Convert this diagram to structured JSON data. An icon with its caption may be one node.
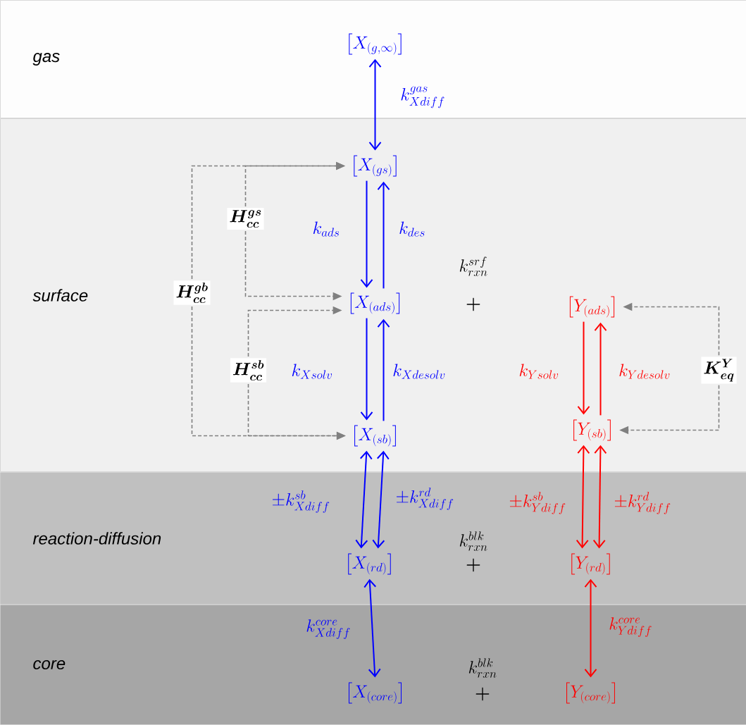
{
  "diagram": {
    "nodes": [
      {
        "text": [
          "gas"
        ]
      },
      {
        "text": [
          "surface"
        ]
      },
      {
        "text": [
          "reaction-diffusion"
        ]
      },
      {
        "text": [
          "core"
        ]
      },
      {
        "text": [
          "\\left[X_{(g,\\infty)}\\right]"
        ],
        "in": 0
      },
      {
        "text": [
          "\\left[X_{(gs)}\\right]"
        ],
        "in": 1
      },
      {
        "text": [
          "\\left[X_{(ads)}\\right]"
        ],
        "in": 1
      },
      {
        "text": [
          "\\left[X_{(sb)}\\right]"
        ],
        "in": 1
      },
      {
        "text": [
          "\\left[Y_{(ads)}\\right]"
        ],
        "in": 1
      },
      {
        "text": [
          "\\left[Y_{(sb)}\\right]"
        ],
        "in": 1
      },
      {
        "text": [
          "\\left[X_{(rd)}\\right]"
        ],
        "in": 2
      },
      {
        "text": [
          "\\left[Y_{(rd)}\\right]"
        ],
        "in": 2
      },
      {
        "text": [
          "\\left[X_{(core)}\\right]"
        ],
        "in": 3
      },
      {
        "text": [
          "\\left[Y_{(core)}\\right]"
        ],
        "in": 3
      },
      {
        "text": [
          "\\boldsymbol{H^{gb}_{cc}}"
        ],
        "in": 1
      },
      {
        "text": [
          "\\boldsymbol{H^{gs}_{cc}}"
        ],
        "in": 1
      },
      {
        "text": [
          "\\boldsymbol{H^{sb}_{cc}}"
        ],
        "in": 1
      },
      {
        "text": [
          "\\boldsymbol{K^{Y}_{eq}}"
        ],
        "in": 1
      }
    ],
    "edges": [
      {
        "from": 4,
        "to": 5,
        "arrow": "both",
        "label": "k^{gas}_{Xdiff}",
        "color": "#0000ff"
      },
      {
        "from": 5,
        "to": 6,
        "arrow": "to",
        "label": "k_{ads}",
        "color": "#0000ff"
      },
      {
        "from": 6,
        "to": 5,
        "arrow": "to",
        "label": "k_{des}",
        "color": "#0000ff"
      },
      {
        "from": 6,
        "to": 7,
        "arrow": "to",
        "label": "k_{Xsolv}",
        "color": "#0000ff"
      },
      {
        "from": 7,
        "to": 6,
        "arrow": "to",
        "label": "k_{Xdesolv}",
        "color": "#0000ff"
      },
      {
        "from": 7,
        "to": 10,
        "arrow": "both",
        "label": "\\pm k^{sb}_{Xdiff}",
        "color": "#0000ff"
      },
      {
        "from": 7,
        "to": 10,
        "arrow": "both",
        "label": "\\pm k^{rd}_{Xdiff}",
        "color": "#0000ff"
      },
      {
        "from": 10,
        "to": 12,
        "arrow": "both",
        "label": "k^{core}_{Xdiff}",
        "color": "#0000ff"
      },
      {
        "from": 8,
        "to": 9,
        "arrow": "to",
        "label": "k_{Ysolv}",
        "color": "#ff0000"
      },
      {
        "from": 9,
        "to": 8,
        "arrow": "to",
        "label": "k_{Ydesolv}",
        "color": "#ff0000"
      },
      {
        "from": 9,
        "to": 11,
        "arrow": "both",
        "label": "\\pm k^{sb}_{Ydiff}",
        "color": "#ff0000"
      },
      {
        "from": 9,
        "to": 11,
        "arrow": "both",
        "label": "\\pm k^{rd}_{Ydiff}",
        "color": "#ff0000"
      },
      {
        "from": 11,
        "to": 13,
        "arrow": "both",
        "label": "k^{core}_{Ydiff}",
        "color": "#ff0000"
      },
      {
        "from": 14,
        "to": 5,
        "arrow": "to",
        "style": "dashed",
        "color": "#808080"
      },
      {
        "from": 14,
        "to": 7,
        "arrow": "to",
        "style": "dashed",
        "color": "#808080"
      },
      {
        "from": 15,
        "to": 5,
        "arrow": "to",
        "style": "dashed",
        "color": "#808080"
      },
      {
        "from": 15,
        "to": 6,
        "arrow": "to",
        "style": "dashed",
        "color": "#808080"
      },
      {
        "from": 16,
        "to": 6,
        "arrow": "to",
        "style": "dashed",
        "color": "#808080"
      },
      {
        "from": 16,
        "to": 7,
        "arrow": "to",
        "style": "dashed",
        "color": "#808080"
      },
      {
        "from": 17,
        "to": 8,
        "arrow": "to",
        "style": "dashed",
        "color": "#808080"
      },
      {
        "from": 17,
        "to": 9,
        "arrow": "to",
        "style": "dashed",
        "color": "#808080"
      }
    ],
    "labels": [
      "k^{srf}_{rxn}",
      "\\boldsymbol{+}",
      "k^{blk}_{rxn}",
      "\\boldsymbol{+}",
      "k^{blk}_{rxn}",
      "\\boldsymbol{+}"
    ]
  }
}
